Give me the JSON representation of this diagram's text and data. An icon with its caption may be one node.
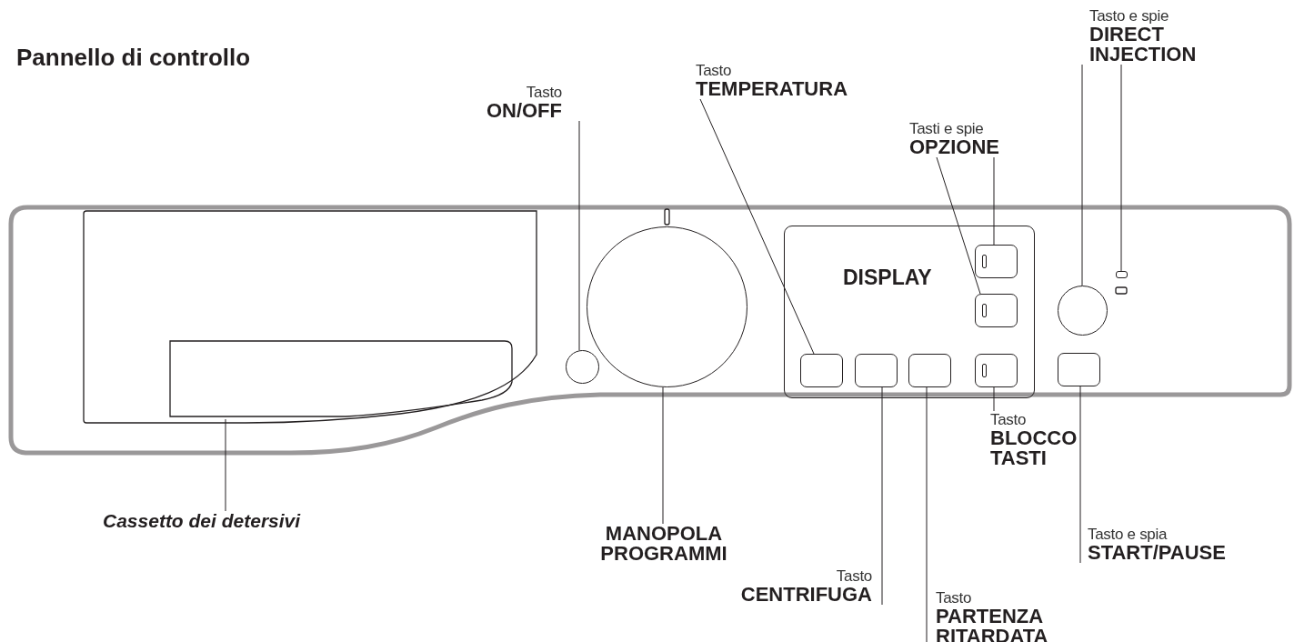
{
  "diagram": {
    "title": "Pannello di controllo",
    "nodes": [
      {
        "text": [
          "Tasto",
          "ON/OFF"
        ]
      },
      {
        "text": [
          "Tasto",
          "TEMPERATURA"
        ]
      },
      {
        "text": [
          "Tasti e spie",
          "OPZIONE"
        ]
      },
      {
        "text": [
          "Tasto e spie",
          "DIRECT INJECTION"
        ]
      },
      {
        "text": [],
        "shape": "box"
      },
      {
        "text": [],
        "shape": "circle"
      },
      {
        "text": [],
        "shape": "circle"
      },
      {
        "text": [
          "DISPLAY"
        ]
      },
      {
        "text": [],
        "shape": "box",
        "in": 7
      },
      {
        "text": [],
        "shape": "box",
        "in": 7
      },
      {
        "text": [],
        "shape": "box",
        "in": 7
      },
      {
        "text": [],
        "shape": "box",
        "in": 7
      },
      {
        "text": [],
        "shape": "box",
        "in": 7
      },
      {
        "text": [],
        "shape": "box",
        "in": 7
      },
      {
        "text": [],
        "shape": "circle"
      },
      {
        "text": [],
        "shape": "box"
      },
      {
        "text": [],
        "shape": "box"
      },
      {
        "text": [
          "Cassetto dei detersivi"
        ]
      },
      {
        "text": [
          "MANOPOLA PROGRAMMI"
        ]
      },
      {
        "text": [
          "Tasto",
          "BLOCCO TASTI"
        ]
      },
      {
        "text": [
          "Tasto e spia",
          "START/PAUSE"
        ]
      },
      {
        "text": [
          "Tasto",
          "CENTRIFUGA"
        ]
      },
      {
        "text": [
          "Tasto",
          "PARTENZA RITARDATA"
        ]
      }
    ],
    "edges": [
      {
        "from": 0,
        "to": 5,
        "arrow": "none"
      },
      {
        "from": 1,
        "to": 10,
        "arrow": "none"
      },
      {
        "from": 2,
        "to": 8,
        "arrow": "none"
      },
      {
        "from": 2,
        "to": 9,
        "arrow": "none"
      },
      {
        "from": 3,
        "to": 14,
        "arrow": "none"
      },
      {
        "from": 3,
        "to": 15,
        "arrow": "none"
      },
      {
        "from": 17,
        "to": 4,
        "arrow": "none"
      },
      {
        "from": 18,
        "to": 6,
        "arrow": "none"
      },
      {
        "from": 19,
        "to": 13,
        "arrow": "none"
      },
      {
        "from": 20,
        "to": 16,
        "arrow": "none"
      },
      {
        "from": 21,
        "to": 11,
        "arrow": "none"
      },
      {
        "from": 22,
        "to": 12,
        "arrow": "none"
      }
    ]
  }
}
